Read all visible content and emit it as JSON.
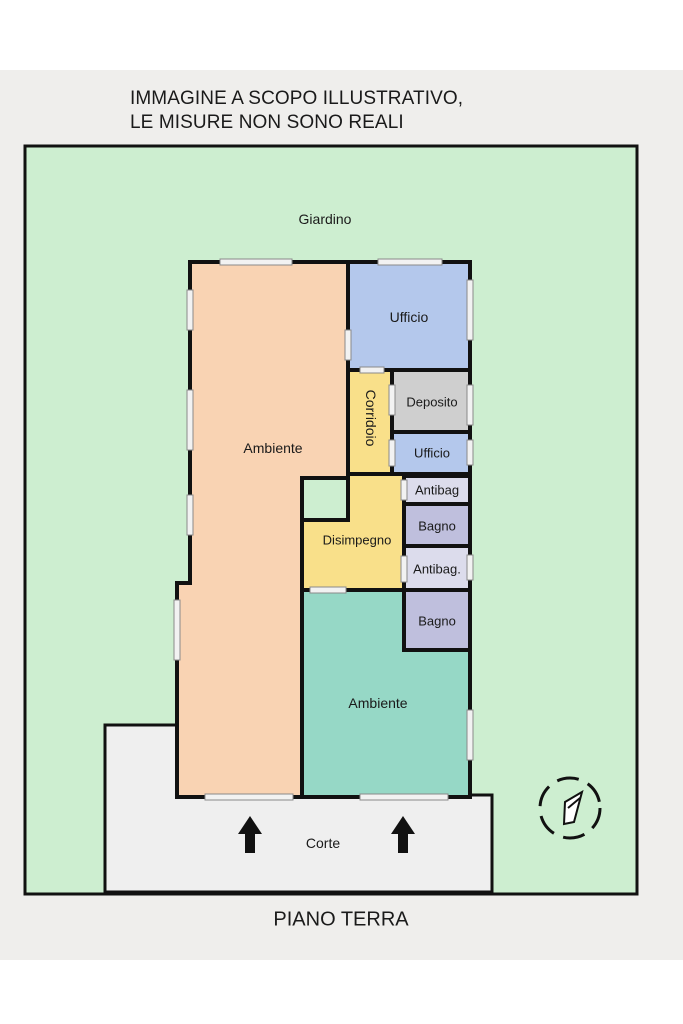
{
  "disclaimer": {
    "line1": "IMMAGINE A SCOPO ILLUSTRATIVO,",
    "line2": "LE MISURE NON SONO REALI"
  },
  "rooms": {
    "giardino": "Giardino",
    "ambiente_left": "Ambiente",
    "ufficio_top": "Ufficio",
    "corridoio": "Corridoio",
    "deposito": "Deposito",
    "ufficio_small": "Ufficio",
    "antibagno_1": "Antibag",
    "bagno_1": "Bagno",
    "disimpegno": "Disimpegno",
    "antibagno_2": "Antibag.",
    "bagno_2": "Bagno",
    "ambiente_right": "Ambiente",
    "corte": "Corte"
  },
  "floor_name": "PIANO TERRA",
  "colors": {
    "garden": "#cdeed0",
    "living_left": "#f9d3b3",
    "office": "#b4c8ec",
    "corridor": "#f9e08a",
    "storage": "#cfcfcf",
    "bathroom": "#bfbfdd",
    "living_right": "#96d8c6",
    "court": "#efefef",
    "wall": "#111111"
  },
  "icons": {
    "entrance_arrows": "arrow-up-icon",
    "orientation": "compass-icon"
  }
}
